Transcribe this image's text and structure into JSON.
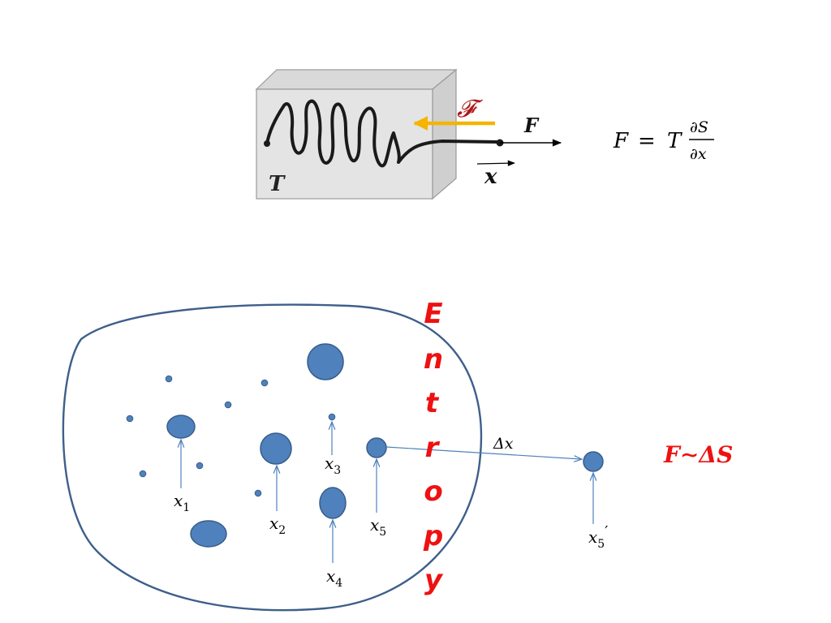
{
  "colors": {
    "blob_fill": "#4f81bd",
    "blob_stroke": "#385d8a",
    "outline": "#3e5f8a",
    "accent_red": "#ee1111",
    "entropic_force": "#f4b400",
    "force_label": "#b01818",
    "box_front": "#e4e4e4",
    "box_side": "#cfcfcf",
    "box_top": "#d9d9d9"
  },
  "top_figure": {
    "temperature_label": "T",
    "entropic_force_label": "𝓕",
    "force_label": "F",
    "displacement_label": "x",
    "formula": {
      "lhs": "F",
      "equals": "=",
      "factor": "T",
      "numerator": "∂S",
      "denominator": "∂x"
    }
  },
  "particles": {
    "labels": {
      "x1": {
        "base": "x",
        "sub": "1"
      },
      "x2": {
        "base": "x",
        "sub": "2"
      },
      "x3": {
        "base": "x",
        "sub": "3"
      },
      "x4": {
        "base": "x",
        "sub": "4"
      },
      "x5": {
        "base": "x",
        "sub": "5"
      },
      "x5_prime": {
        "base": "x",
        "sub": "5",
        "prime": "′"
      }
    },
    "displacement_label": "Δx"
  },
  "entropy_word": [
    "E",
    "n",
    "t",
    "r",
    "o",
    "p",
    "y"
  ],
  "relation": "F∼ΔS"
}
